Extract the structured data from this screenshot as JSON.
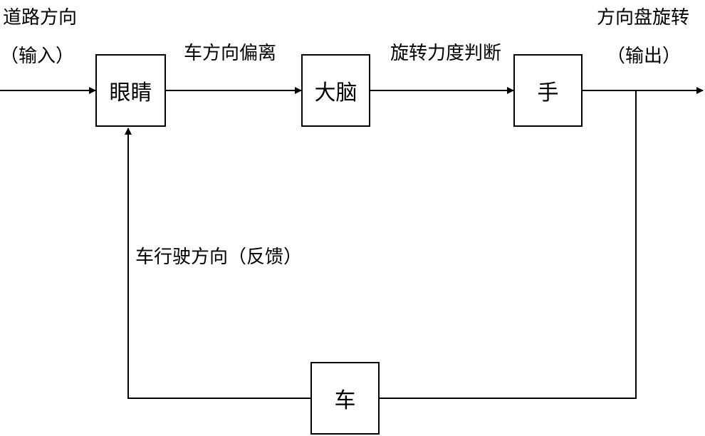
{
  "labels": {
    "input_title": "道路方向",
    "input_note": "（输入）",
    "deviation": "车方向偏离",
    "judgement": "旋转力度判断",
    "output_title": "方向盘旋转",
    "output_note": "（输出）",
    "feedback": "车行驶方向（反馈）"
  },
  "blocks": {
    "eyes": "眼睛",
    "brain": "大脑",
    "hand": "手",
    "car": "车"
  }
}
